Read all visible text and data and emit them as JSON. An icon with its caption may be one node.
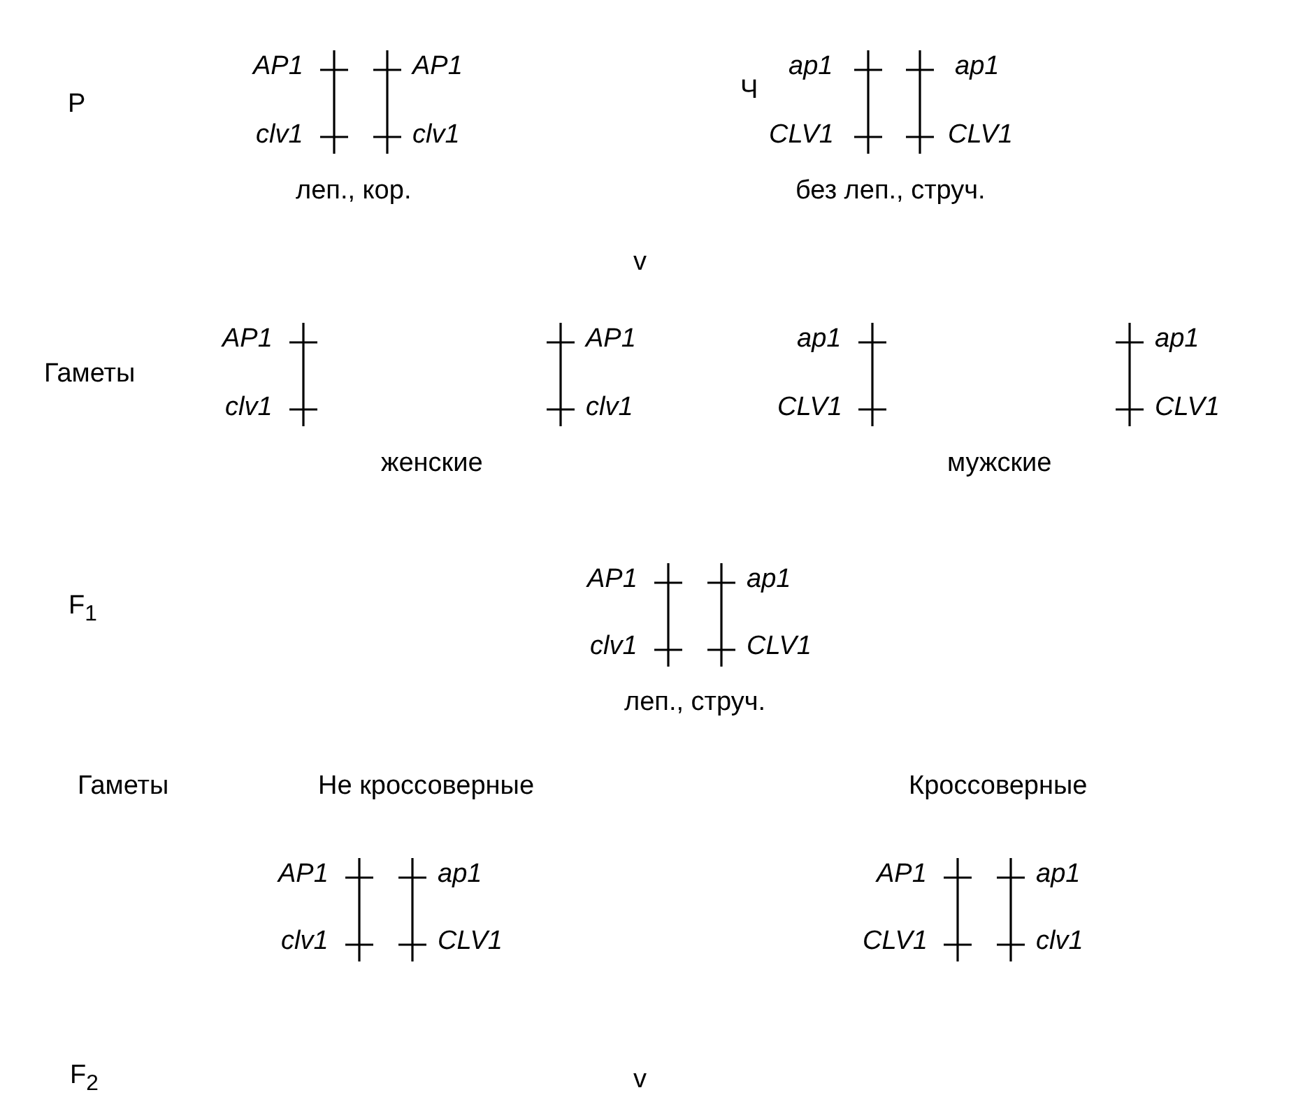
{
  "diagram": {
    "labels": [
      "P",
      "AP1",
      "AP1",
      "Ч",
      "ap1",
      "ap1",
      "clv1",
      "clv1",
      "CLV1",
      "CLV1",
      "леп., кор.",
      "без леп., струч.",
      "v",
      "AP1",
      "AP1",
      "ap1",
      "ap1",
      "Гаметы",
      "clv1",
      "clv1",
      "CLV1",
      "CLV1",
      "женские",
      "мужские",
      "AP1",
      "ap1",
      "F$_{1}$",
      "clv1",
      "CLV1",
      "леп., струч.",
      "Гаметы",
      "Не кроссоверные",
      "Кроссоверные",
      "AP1",
      "ap1",
      "AP1",
      "ap1",
      "clv1",
      "CLV1",
      "CLV1",
      "clv1",
      "F$_{2}$",
      "v"
    ]
  }
}
